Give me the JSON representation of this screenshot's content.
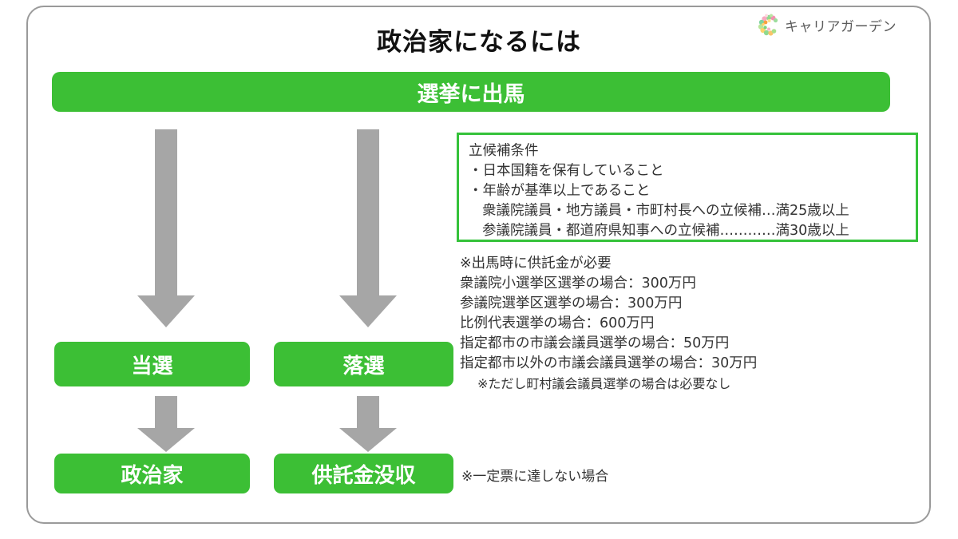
{
  "brand": {
    "logo_icon": "floral-c-logo-icon",
    "name": "キャリアガーデン"
  },
  "title": "政治家になるには",
  "flow": {
    "run_box": "選挙に出馬",
    "elected_box": "当選",
    "defeated_box": "落選",
    "politician_box": "政治家",
    "forfeit_box": "供託金没収",
    "arrow_icon": "down-arrow-icon"
  },
  "conditions": {
    "heading": "立候補条件",
    "items": [
      "・日本国籍を保有していること",
      "・年齢が基準以上であること",
      "衆議院議員・地方議員・市町村長への立候補…満25歳以上",
      "参議院議員・都道府県知事への立候補…………満30歳以上"
    ]
  },
  "deposit": {
    "heading": "※出馬時に供託金が必要",
    "lines": [
      "衆議院小選挙区選挙の場合：300万円",
      "参議院選挙区選挙の場合：300万円",
      "比例代表選挙の場合：600万円",
      "指定都市の市議会議員選挙の場合：50万円",
      "指定都市以外の市議会議員選挙の場合：30万円"
    ],
    "sub_note": "※ただし町村議会議員選挙の場合は必要なし"
  },
  "footnote": "※一定票に達しない場合",
  "colors": {
    "green": "#3cbf35",
    "border_green": "#35c23a",
    "arrow_gray": "#a6a6a6",
    "card_border": "#9a9a9a",
    "text": "#333333"
  }
}
